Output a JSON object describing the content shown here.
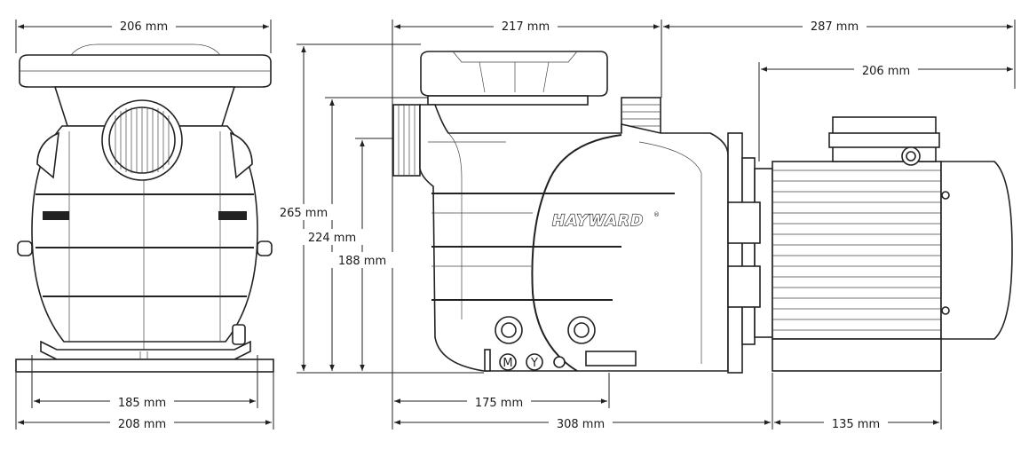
{
  "dimensions": {
    "front_top_width": "206 mm",
    "front_base_width": "185 mm",
    "front_overall_width": "208 mm",
    "side_top_to_outlet": "217 mm",
    "motor_overall_length": "287 mm",
    "motor_body_length": "206 mm",
    "total_height": "265 mm",
    "outlet_height": "224 mm",
    "inlet_height": "188 mm",
    "base_to_drain": "175 mm",
    "overall_length": "308 mm",
    "motor_base_length": "135 mm"
  },
  "labels": {
    "brand": "HAYWARD",
    "registered_mark": "®",
    "drain_mark_m": "M",
    "drain_mark_y": "Y"
  }
}
